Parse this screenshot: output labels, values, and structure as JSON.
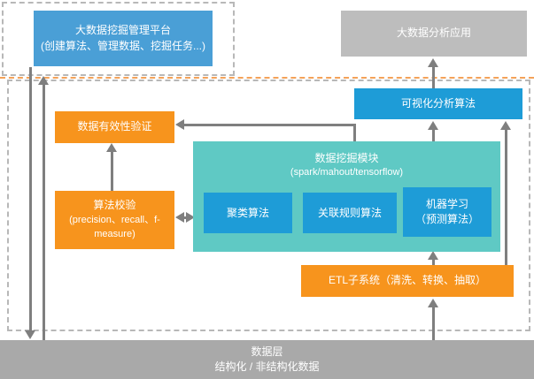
{
  "colors": {
    "blue_platform": "#4A9FD6",
    "blue_accent": "#1E9CD7",
    "orange": "#F7941D",
    "teal": "#5FC9C4",
    "gray_box": "#BDBDBD",
    "gray_data_layer": "#A9A9A9",
    "arrow_gray": "#7F7F7F",
    "dashed_gray": "#B8B8B8",
    "dashed_orange": "#F4A259"
  },
  "nodes": {
    "platform": {
      "line1": "大数据挖掘管理平台",
      "line2": "(创建算法、管理数据、挖掘任务...)"
    },
    "analysis_app": {
      "label": "大数据分析应用"
    },
    "validation": {
      "label": "数据有效性验证"
    },
    "visual_algo": {
      "label": "可视化分析算法"
    },
    "mining_module": {
      "title": "数据挖掘模块",
      "subtitle": "(spark/mahout/tensorflow)",
      "algorithms": [
        {
          "label": "聚类算法"
        },
        {
          "label": "关联规则算法"
        },
        {
          "label": "机器学习",
          "sub": "（预测算法）"
        }
      ]
    },
    "algo_check": {
      "title": "算法校验",
      "subtitle": "(precision、recall、f-measure)"
    },
    "etl": {
      "label": "ETL子系统（清洗、转换、抽取）"
    },
    "data_layer": {
      "line1": "数据层",
      "line2": "结构化 / 非结构化数据"
    }
  },
  "edges": [
    {
      "from": "大数据挖掘管理平台",
      "to": "数据层"
    },
    {
      "from": "数据层",
      "to": "大数据挖掘管理平台"
    },
    {
      "from": "算法校验",
      "to": "数据有效性验证"
    },
    {
      "from": "数据挖掘模块",
      "to": "数据有效性验证"
    },
    {
      "from": "算法校验",
      "to": "数据挖掘模块",
      "bidirectional": true
    },
    {
      "from": "数据层",
      "to": "ETL子系统"
    },
    {
      "from": "ETL子系统",
      "to": "数据挖掘模块"
    },
    {
      "from": "数据挖掘模块",
      "to": "可视化分析算法"
    },
    {
      "from": "可视化分析算法",
      "to": "大数据分析应用"
    },
    {
      "from": "ETL子系统",
      "to": "可视化分析算法"
    }
  ]
}
